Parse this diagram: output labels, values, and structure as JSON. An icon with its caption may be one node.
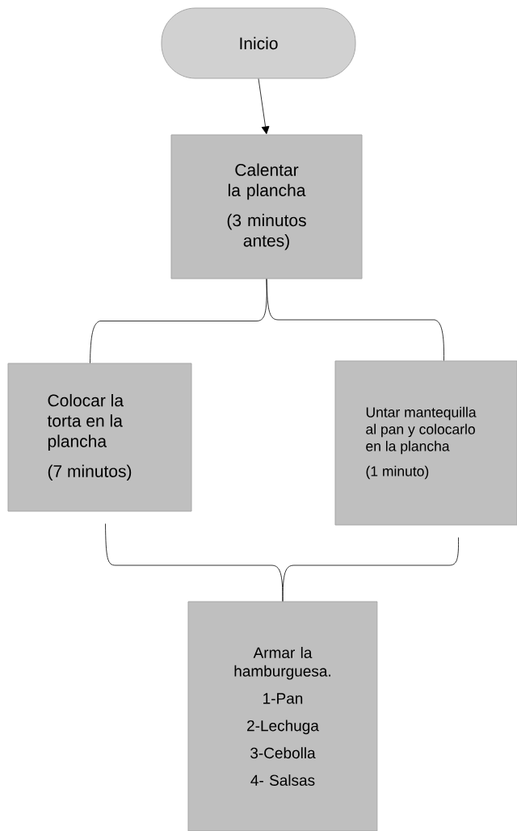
{
  "diagram": {
    "nodes": [
      {
        "text": [
          "Inicio"
        ]
      },
      {
        "text": [
          "Calentar la plancha",
          "(3 minutos antes)"
        ]
      },
      {
        "text": [
          "Colocar la torta en la plancha",
          "(7 minutos)"
        ]
      },
      {
        "text": [
          "Untar mantequilla al pan y colocarlo en la plancha",
          "(1 minuto)"
        ]
      },
      {
        "text": [
          "Armar la hamburguesa.",
          "1-Pan",
          "2-Lechuga",
          "3-Cebolla",
          "4- Salsas"
        ]
      }
    ],
    "edges": [
      {
        "from": 0,
        "to": 1,
        "arrow": "to"
      },
      {
        "from": 1,
        "to": 2,
        "arrow": "none"
      },
      {
        "from": 1,
        "to": 3,
        "arrow": "none"
      },
      {
        "from": 2,
        "to": 4,
        "arrow": "none"
      },
      {
        "from": 3,
        "to": 4,
        "arrow": "none"
      }
    ]
  }
}
